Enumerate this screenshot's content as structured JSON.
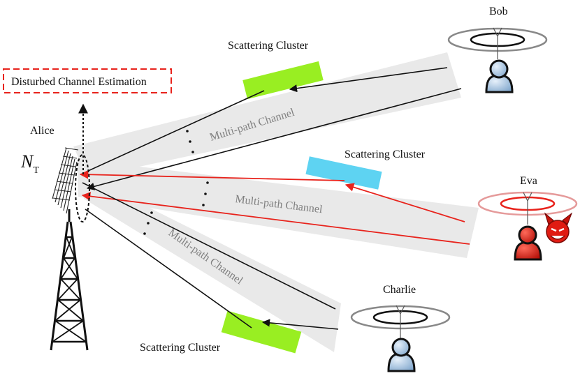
{
  "labels": {
    "disturbed_estimation": "Disturbed Channel Estimation",
    "alice": "Alice",
    "antenna_count": "N",
    "antenna_count_sub": "T",
    "bob": "Bob",
    "eva": "Eva",
    "charlie": "Charlie",
    "scattering_top": "Scattering Cluster",
    "scattering_middle": "Scattering Cluster",
    "scattering_bottom": "Scattering Cluster",
    "channel_top": "Multi-path Channel",
    "channel_middle": "Multi-path Channel",
    "channel_bottom": "Multi-path Channel"
  },
  "colors": {
    "scatter_green": "#99ee22",
    "scatter_blue": "#5ed3f2",
    "beam_gray": "#e8e8e8",
    "attack_red": "#e8231c",
    "estimation_box": "#e8231c",
    "user_blue": "#a9c8e6",
    "eve_red": "#e01b12"
  },
  "icons": {
    "base_station": "lattice-tower-icon",
    "antenna_array": "antenna-array-icon",
    "bob": "user-icon",
    "charlie": "user-icon",
    "eva": "user-icon",
    "devil": "devil-face-icon"
  }
}
